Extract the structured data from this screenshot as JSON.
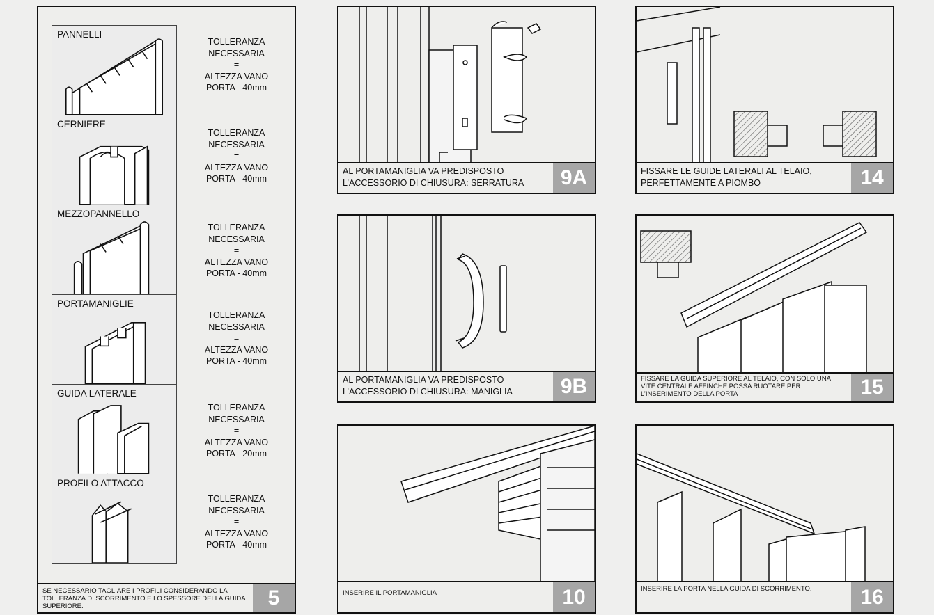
{
  "profiles": [
    {
      "name": "PANNELLI",
      "tol": [
        "TOLLERANZA",
        "NECESSARIA",
        "=",
        "ALTEZZA VANO",
        "PORTA - 40mm"
      ]
    },
    {
      "name": "CERNIERE",
      "tol": [
        "TOLLERANZA",
        "NECESSARIA",
        "=",
        "ALTEZZA VANO",
        "PORTA - 40mm"
      ]
    },
    {
      "name": "MEZZOPANNELLO",
      "tol": [
        "TOLLERANZA",
        "NECESSARIA",
        "=",
        "ALTEZZA VANO",
        "PORTA - 40mm"
      ]
    },
    {
      "name": "PORTAMANIGLIE",
      "tol": [
        "TOLLERANZA",
        "NECESSARIA",
        "=",
        "ALTEZZA VANO",
        "PORTA - 40mm"
      ]
    },
    {
      "name": "GUIDA LATERALE",
      "tol": [
        "TOLLERANZA",
        "NECESSARIA",
        "=",
        "ALTEZZA VANO",
        "PORTA - 20mm"
      ]
    },
    {
      "name": "PROFILO ATTACCO",
      "tol": [
        "TOLLERANZA",
        "NECESSARIA",
        "=",
        "ALTEZZA VANO",
        "PORTA - 40mm"
      ]
    }
  ],
  "steps": {
    "s5": {
      "num": "5",
      "text": "SE NECESSARIO TAGLIARE I PROFILI  CONSIDERANDO LA TOLLERANZA DI SCORRIMENTO E LO SPESSORE DELLA GUIDA SUPERIORE."
    },
    "s9a": {
      "num": "9A",
      "text": "AL PORTAMANIGLIA VA PREDISPOSTO L’ACCESSORIO DI CHIUSURA: SERRATURA"
    },
    "s9b": {
      "num": "9B",
      "text": "AL PORTAMANIGLIA VA PREDISPOSTO L’ACCESSORIO DI CHIUSURA: MANIGLIA"
    },
    "s10": {
      "num": "10",
      "text": "INSERIRE IL PORTAMANIGLIA"
    },
    "s14": {
      "num": "14",
      "text": "FISSARE LE GUIDE LATERALI AL TELAIO, PERFETTAMENTE A PIOMBO"
    },
    "s15": {
      "num": "15",
      "text": "FISSARE LA GUIDA SUPERIORE AL TELAIO, CON SOLO UNA VITE CENTRALE AFFINCHÈ POSSA RUOTARE PER L’INSERIMENTO DELLA PORTA"
    },
    "s16": {
      "num": "16",
      "text": "INSERIRE LA PORTA NELLA GUIDA DI SCORRIMENTO."
    }
  }
}
